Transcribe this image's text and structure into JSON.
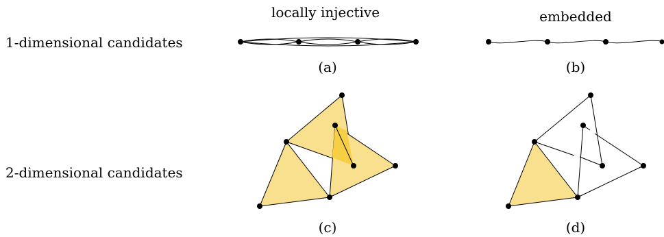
{
  "columns": {
    "left": "locally injective",
    "right": "embedded"
  },
  "rows": {
    "one_dim": "1-dimensional candidates",
    "two_dim": "2-dimensional candidates"
  },
  "captions": {
    "a": "(a)",
    "b": "(b)",
    "c": "(c)",
    "d": "(d)"
  },
  "colors": {
    "fill": "#f9e08e",
    "fill_dark": "#f6cf45",
    "stroke": "#000000"
  }
}
